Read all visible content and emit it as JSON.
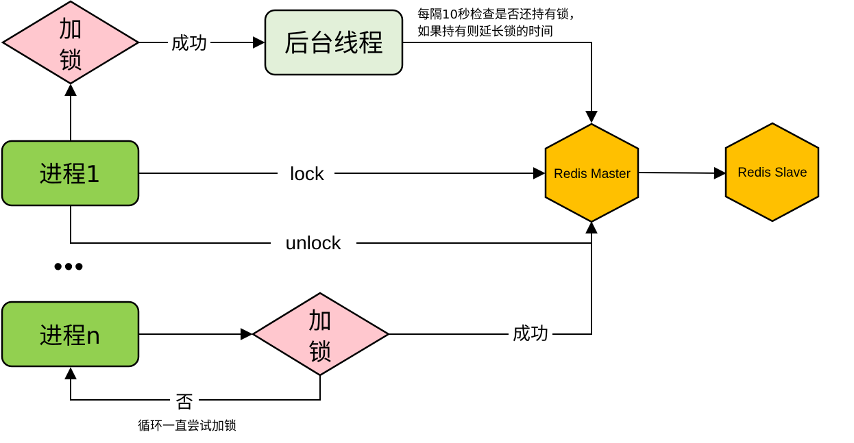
{
  "nodes": {
    "lock_top": {
      "line1": "加",
      "line2": "锁"
    },
    "background_thread": {
      "label": "后台线程"
    },
    "process1": {
      "label": "进程1"
    },
    "processn": {
      "label": "进程n"
    },
    "lock_bottom": {
      "line1": "加",
      "line2": "锁"
    },
    "redis_master": {
      "label": "Redis Master"
    },
    "redis_slave": {
      "label": "Redis Slave"
    },
    "ellipsis": {
      "label": "•••"
    }
  },
  "edges": {
    "success_top": "成功",
    "lock": "lock",
    "unlock": "unlock",
    "success_bottom": "成功",
    "no": "否"
  },
  "notes": {
    "renew_line1": "每隔10秒检查是否还持有锁，",
    "renew_line2": "如果持有则延长锁的时间",
    "retry": "循环一直尝试加锁"
  },
  "colors": {
    "lock_fill": "#ffc7ce",
    "thread_fill": "#e2f0d9",
    "process_fill": "#92d050",
    "redis_fill": "#ffc000",
    "stroke": "#000000"
  }
}
